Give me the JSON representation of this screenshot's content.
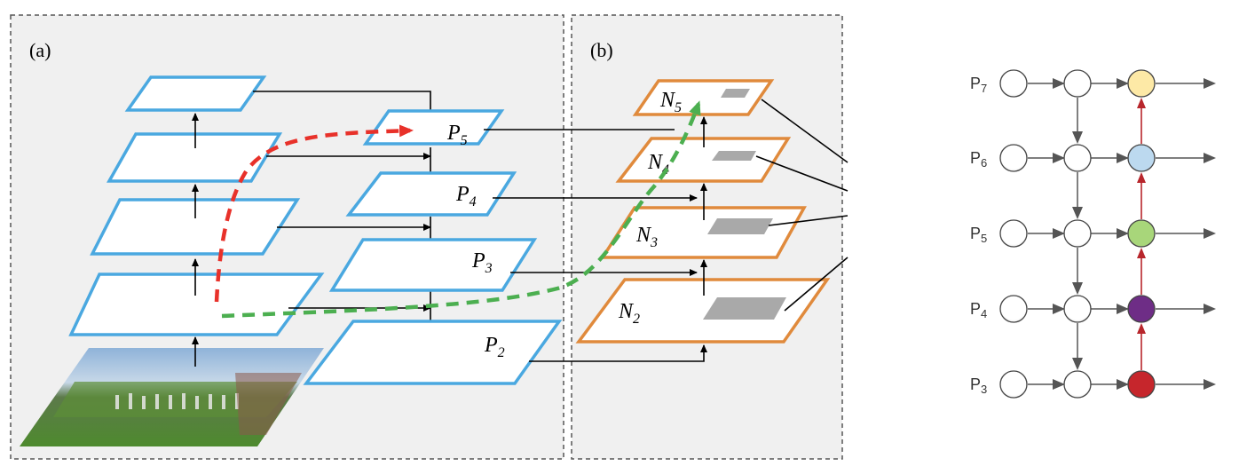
{
  "panel_a": {
    "tag": "(a)"
  },
  "panel_b": {
    "tag": "(b)"
  },
  "fpn_levels": [
    {
      "base": "P",
      "sub": "5"
    },
    {
      "base": "P",
      "sub": "4"
    },
    {
      "base": "P",
      "sub": "3"
    },
    {
      "base": "P",
      "sub": "2"
    }
  ],
  "bottom_up_levels": [
    {
      "base": "N",
      "sub": "5"
    },
    {
      "base": "N",
      "sub": "4"
    },
    {
      "base": "N",
      "sub": "3"
    },
    {
      "base": "N",
      "sub": "2"
    }
  ],
  "graph_rows": [
    {
      "base": "P",
      "sub": "7",
      "fill": "#fde9a6"
    },
    {
      "base": "P",
      "sub": "6",
      "fill": "#bcd9ef"
    },
    {
      "base": "P",
      "sub": "5",
      "fill": "#a8d67a"
    },
    {
      "base": "P",
      "sub": "4",
      "fill": "#6e2d86"
    },
    {
      "base": "P",
      "sub": "3",
      "fill": "#c6262c"
    }
  ],
  "colors": {
    "backbone_edge": "#4aa8e0",
    "bottom_up_edge": "#e08a3c",
    "top_down_path": "#e8312a",
    "bottom_up_path": "#4caf50",
    "panel_bg": "#f0f0f0",
    "proposal_box": "#a9a9a9",
    "graph_edge_up": "#b8262c"
  }
}
